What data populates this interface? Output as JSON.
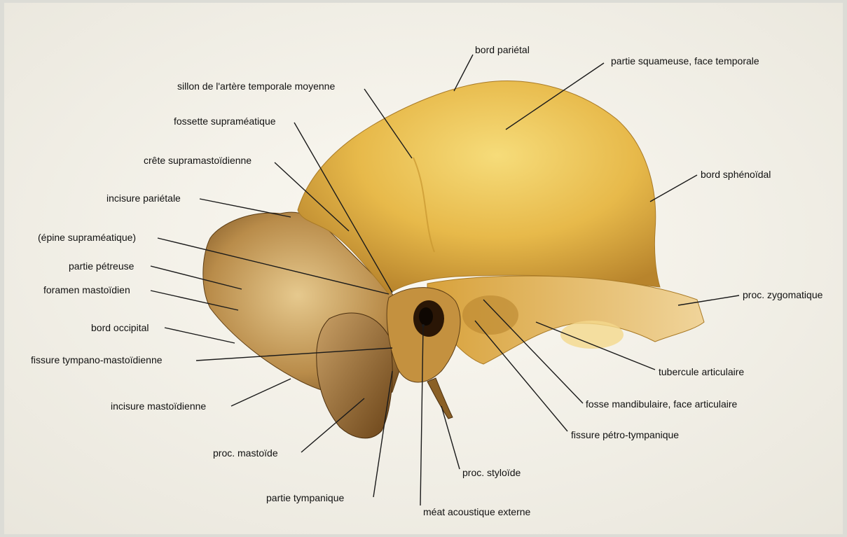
{
  "labels": {
    "bord_parietal": "bord pariétal",
    "partie_squameuse": "partie squameuse, face temporale",
    "sillon": "sillon de l'artère temporale moyenne",
    "fossette_suprameatique": "fossette supraméatique",
    "crete_supramastoidienne": "crête supramastoïdienne",
    "bord_sphenoidal": "bord sphénoïdal",
    "incisure_parietale": "incisure pariétale",
    "epine_suprameatique": "(épine supraméatique)",
    "partie_petreuse": "partie pétreuse",
    "foramen_mastoidien": "foramen mastoïdien",
    "proc_zygomatique": "proc. zygomatique",
    "bord_occipital": "bord occipital",
    "fissure_tympano_mastoidienne": "fissure tympano-mastoïdienne",
    "tubercule_articulaire": "tubercule articulaire",
    "incisure_mastoidienne": "incisure mastoïdienne",
    "fosse_mandibulaire": "fosse mandibulaire, face articulaire",
    "fissure_petro_tympanique": "fissure pétro-tympanique",
    "proc_mastoide": "proc. mastoïde",
    "proc_styloide": "proc. styloïde",
    "partie_tympanique": "partie tympanique",
    "meat_acoustique_externe": "méat acoustique externe"
  },
  "colors": {
    "bone_light": "#f2d36a",
    "bone_mid": "#d9a437",
    "bone_dark": "#7a5420",
    "paper": "#f6f3ea"
  }
}
